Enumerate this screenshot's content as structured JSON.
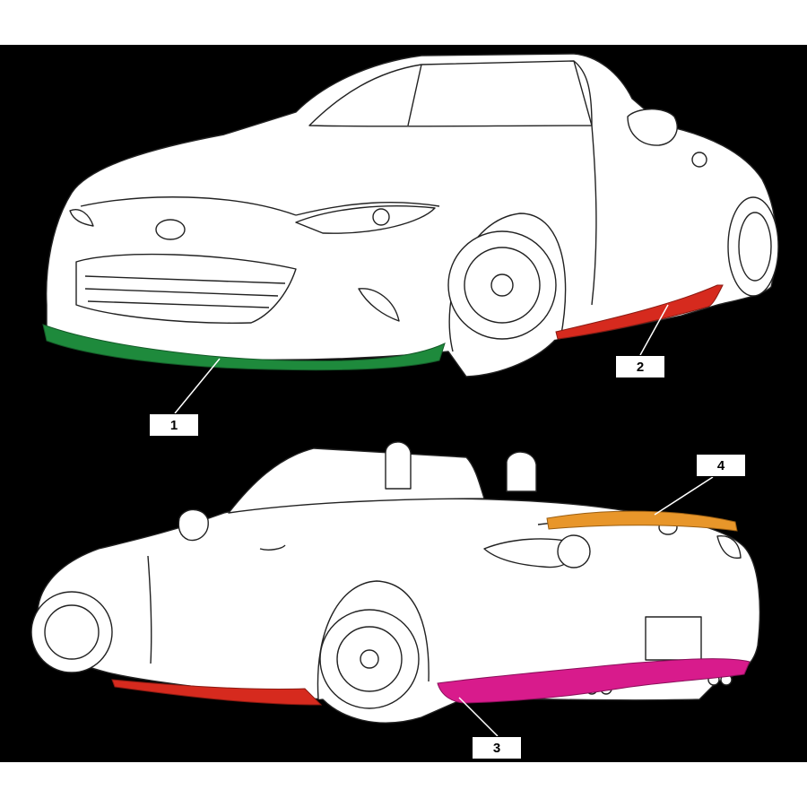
{
  "callouts": [
    {
      "id": "1",
      "label": "1",
      "part_color": "#1e8a3c"
    },
    {
      "id": "2",
      "label": "2",
      "part_color": "#d62a1e"
    },
    {
      "id": "3",
      "label": "3",
      "part_color": "#d81b8c"
    },
    {
      "id": "4",
      "label": "4",
      "part_color": "#e8962a"
    }
  ],
  "colors": {
    "background": "#000000",
    "margin": "#ffffff",
    "line_art": "#ffffff",
    "outline": "#222222"
  }
}
